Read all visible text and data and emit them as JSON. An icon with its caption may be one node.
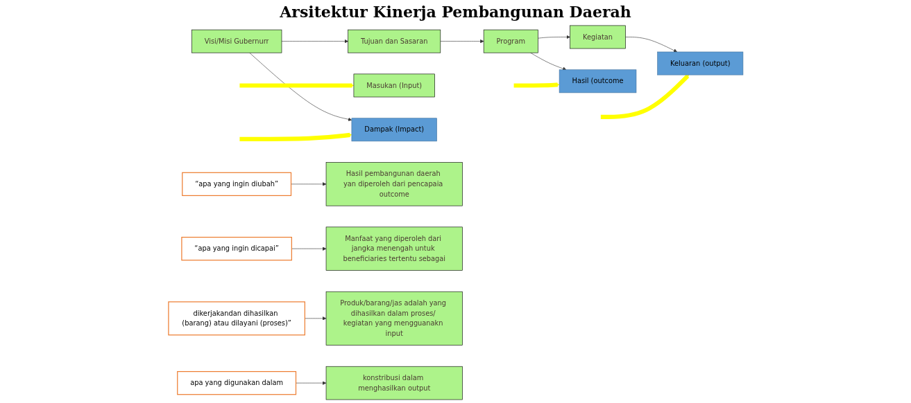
{
  "diagram": {
    "title": "Arsitektur Kinerja Pembangunan Daerah",
    "nodes": [
      {
        "text": [
          "Visi/Misi Gubernurr"
        ]
      },
      {
        "text": [
          "Tujuan dan Sasaran"
        ]
      },
      {
        "text": [
          "Program"
        ]
      },
      {
        "text": [
          "Kegiatan"
        ]
      },
      {
        "text": [
          "Masukan (Input)"
        ]
      },
      {
        "text": [
          "Dampak (Impact)"
        ]
      },
      {
        "text": [
          "Hasil (outcome"
        ]
      },
      {
        "text": [
          "Keluaran (output)"
        ]
      },
      {
        "text": [
          "Hasil pembangunan daerah yan diperoleh dari pencapaia outcome"
        ]
      },
      {
        "text": [
          "Manfaat yang diperoleh dari jangka menengah untuk beneficiaries tertentu sebagai"
        ]
      },
      {
        "text": [
          "Produk/barang/jas adalah yang dihasilkan dalam proses/ kegiatan yang mengguanakn input"
        ]
      },
      {
        "text": [
          "konstribusi dalam menghasilkan output"
        ]
      },
      {
        "text": [
          "“apa yang ingin diubah”"
        ]
      },
      {
        "text": [
          "“apa yang ingin dicapai”"
        ]
      },
      {
        "text": [
          "dikerjakandan dihasilkan (barang) atau dilayani (proses)”"
        ]
      },
      {
        "text": [
          "apa yang digunakan dalam"
        ]
      }
    ],
    "edges": [
      {
        "from": 0,
        "to": 1,
        "arrow": "to"
      },
      {
        "from": 1,
        "to": 2,
        "arrow": "to"
      },
      {
        "from": 2,
        "to": 3,
        "arrow": "to"
      },
      {
        "from": 0,
        "to": 5,
        "arrow": "to"
      },
      {
        "from": 2,
        "to": 6,
        "arrow": "to"
      },
      {
        "from": 3,
        "to": 7,
        "arrow": "to"
      },
      {
        "from": null,
        "to": 5,
        "arrow": "to",
        "style": "thick",
        "color": "#ffff00"
      },
      {
        "from": null,
        "to": 6,
        "arrow": "to",
        "style": "thick",
        "color": "#ffff00"
      },
      {
        "from": null,
        "to": 7,
        "arrow": "to",
        "style": "thick",
        "color": "#ffff00"
      },
      {
        "from": null,
        "to": 4,
        "arrow": "to",
        "style": "thick",
        "color": "#ffff00"
      },
      {
        "from": 12,
        "to": 8,
        "arrow": "to"
      },
      {
        "from": 13,
        "to": 9,
        "arrow": "to"
      },
      {
        "from": 14,
        "to": 10,
        "arrow": "to"
      },
      {
        "from": 15,
        "to": 11,
        "arrow": "to"
      }
    ]
  }
}
